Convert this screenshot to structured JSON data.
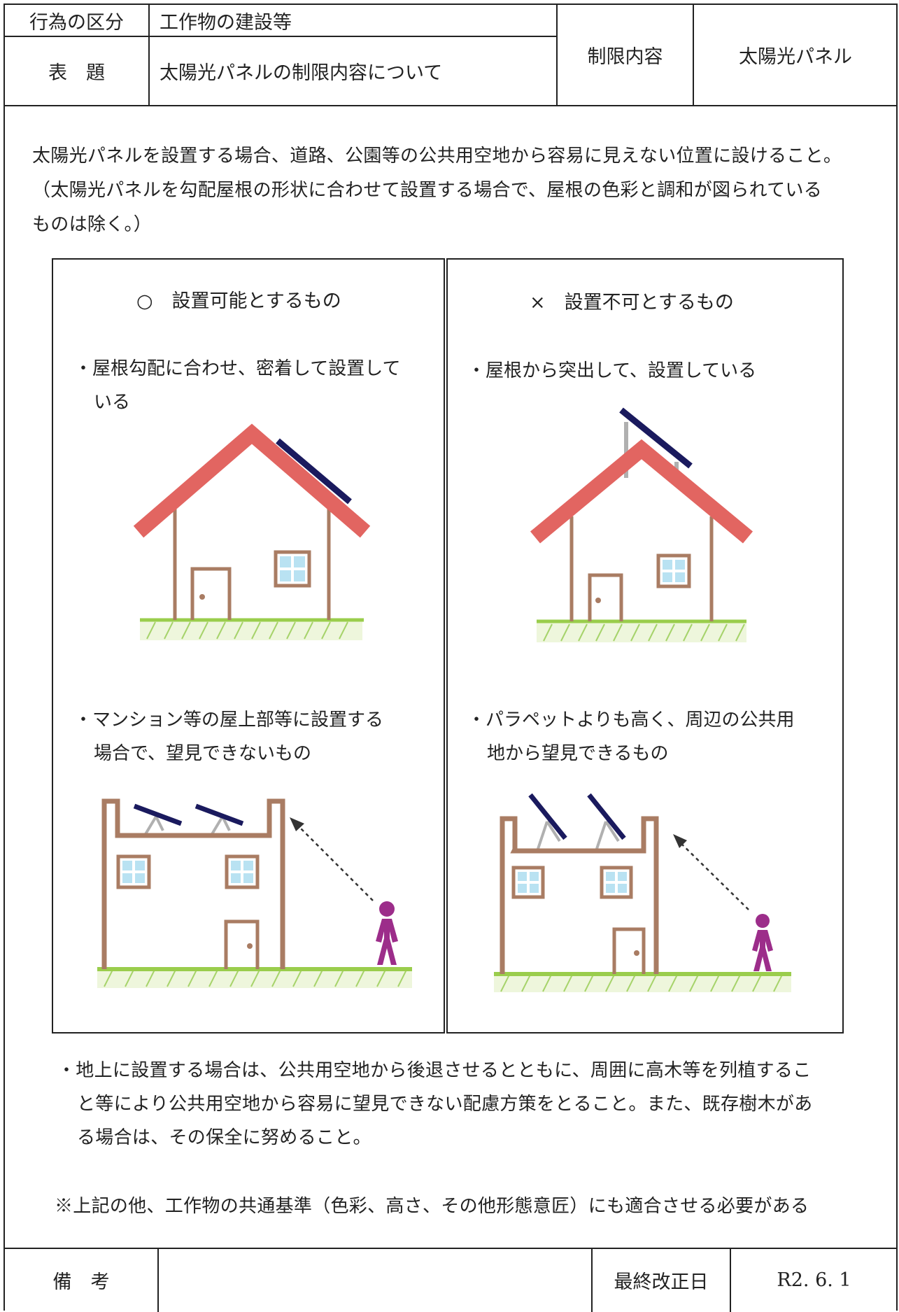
{
  "header": {
    "action_label": "行為の区分",
    "action_value": "工作物の建設等",
    "title_label": "表　題",
    "title_value": "太陽光パネルの制限内容について",
    "restriction_label": "制限内容",
    "restriction_value": "太陽光パネル"
  },
  "intro": {
    "line1": "太陽光パネルを設置する場合、道路、公園等の公共用空地から容易に見えない位置に設けること。",
    "line2": "（太陽光パネルを勾配屋根の形状に合わせて設置する場合で、屋根の色彩と調和が図られている",
    "line3": "ものは除く。）"
  },
  "panels": {
    "ok": {
      "title": "○　設置可能とするもの",
      "item1_line1": "・屋根勾配に合わせ、密着して設置して",
      "item1_line2": "いる",
      "item2_line1": "・マンション等の屋上部等に設置する",
      "item2_line2": "場合で、望見できないもの"
    },
    "ng": {
      "title": "×　設置不可とするもの",
      "item1_line1": "・屋根から突出して、設置している",
      "item2_line1": "・パラペットよりも高く、周辺の公共用",
      "item2_line2": "地から望見できるもの"
    }
  },
  "ground_note": {
    "line1": "・地上に設置する場合は、公共用空地から後退させるとともに、周囲に高木等を列植するこ",
    "line2": "と等により公共用空地から容易に望見できない配慮方策をとること。また、既存樹木があ",
    "line3": "る場合は、その保全に努めること。"
  },
  "common_note": "※上記の他、工作物の共通基準（色彩、高さ、その他形態意匠）にも適合させる必要がある",
  "footer": {
    "remarks_label": "備　考",
    "remarks_value": "",
    "revised_label": "最終改正日",
    "revised_value": "R2. 6. 1"
  },
  "colors": {
    "roof": "#e26561",
    "wall": "#a97c63",
    "panel": "#1a1a5e",
    "grass": "#9acd4c",
    "person": "#9c2d8a",
    "window": "#b9e2f2"
  }
}
